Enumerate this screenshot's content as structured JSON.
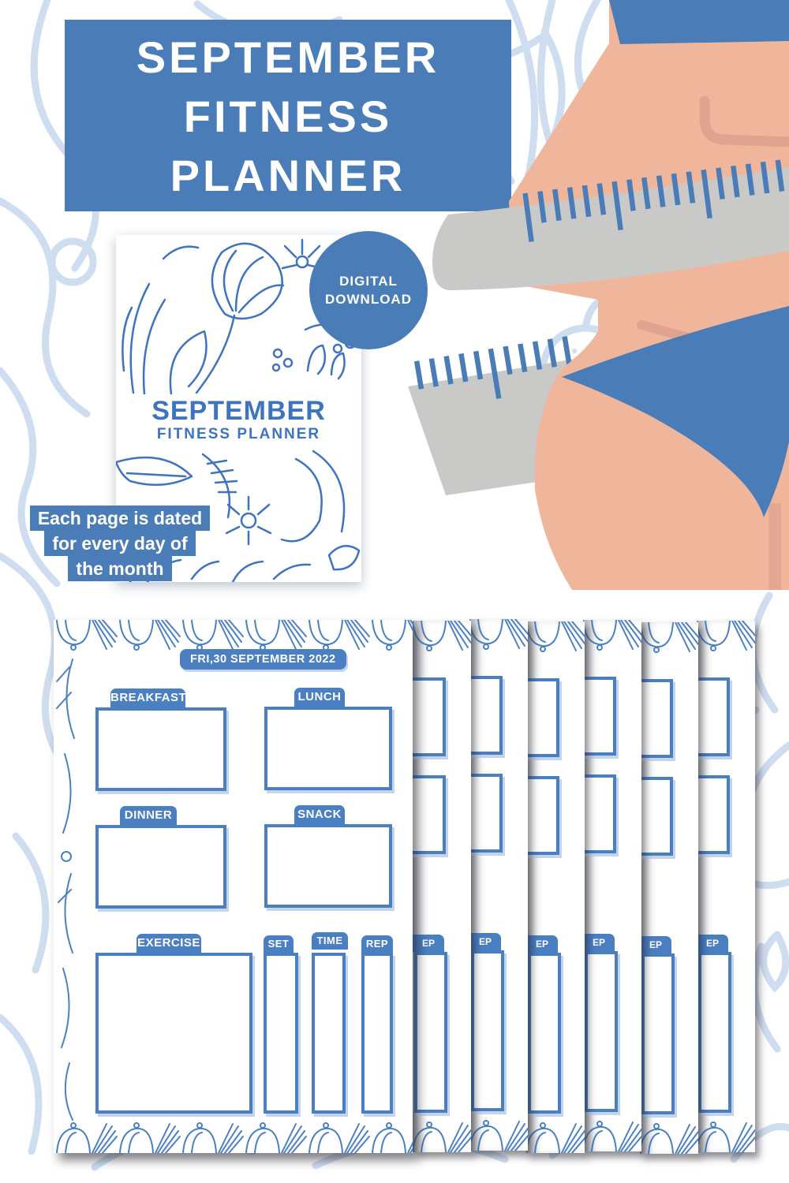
{
  "title": {
    "lines": [
      "SEPTEMBER",
      "FITNESS",
      "PLANNER"
    ]
  },
  "badge": {
    "lines": [
      "DIGITAL",
      "DOWNLOAD"
    ]
  },
  "cover": {
    "month": "SEPTEMBER",
    "subtitle": "FITNESS PLANNER"
  },
  "callout": {
    "lines": [
      "Each page is dated",
      "for every day of",
      "the month"
    ]
  },
  "page": {
    "date": "FRI,30 SEPTEMBER 2022",
    "sections": {
      "breakfast": "BREAKFAST",
      "lunch": "LUNCH",
      "dinner": "DINNER",
      "snack": "SNACK",
      "exercise": "EXERCISE",
      "set": "SET",
      "time": "TIME",
      "rep": "REP"
    },
    "stack_tab_partial": "EP"
  },
  "colors": {
    "banner_blue": "#4a7db8",
    "page_blue": "#4a7fc2",
    "cover_blue": "#3e74bf",
    "background_pattern_blue": "#cfddf0",
    "skin": "#f0b69c",
    "skin_shade": "#dfa38f",
    "tape_gray": "#c9c9c8"
  }
}
